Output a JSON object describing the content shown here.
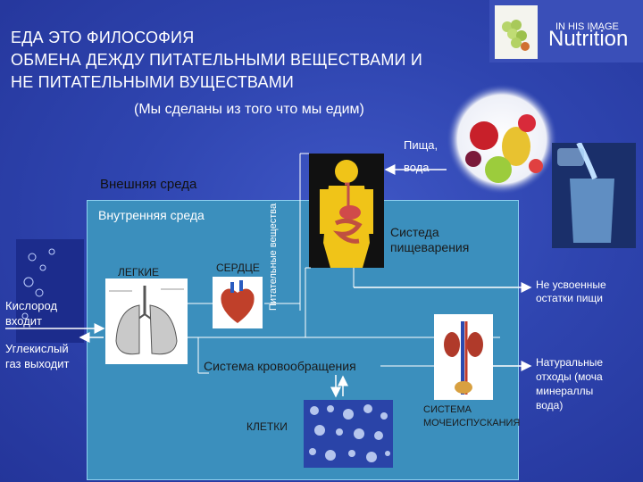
{
  "slide": {
    "title_lines": [
      "ЕДА  ЭТО ФИЛОСОФИЯ",
      "ОБМЕНА ДЕЖДУ ПИТАТЕЛЬНЫМИ ВЕЩЕСТВАМИ И",
      "НЕ ПИТАТЕЛЬНЫМИ ВУЩЕСТВАМИ"
    ],
    "subtitle": "(Мы сделаны из того что мы едим)",
    "brand_small": "IN HIS IMAGE",
    "brand_big": "Nutrition"
  },
  "diagram": {
    "food_water": [
      "Пища,",
      "вода"
    ],
    "external_env": "Внешняя  среда",
    "internal_env": "Внутренняя  среда",
    "nutrients_vertical": "Питательные вещества",
    "digestive_system": [
      "Систеда",
      "пищеварения"
    ],
    "lungs": "ЛЕГКИЕ",
    "heart": "СЕРДЦЕ",
    "oxygen_in": [
      "Кислород",
      "входит"
    ],
    "co2_out": [
      "Углекислый",
      "газ выходит"
    ],
    "unabsorbed": [
      "Не усвоенные",
      "остатки пищи"
    ],
    "circulatory": "Система кровообращения",
    "cells": "КЛЕТКИ",
    "urinary": [
      "СИСТЕМА",
      "МОЧЕИСПУСКАНИЯ"
    ],
    "natural_waste": [
      "Натуральные",
      "отходы (моча",
      "минераллы",
      "вода)"
    ]
  },
  "colors": {
    "background": "#2f45b0",
    "inner_box": "#3b8fbd",
    "arrow": "#ffffff"
  }
}
